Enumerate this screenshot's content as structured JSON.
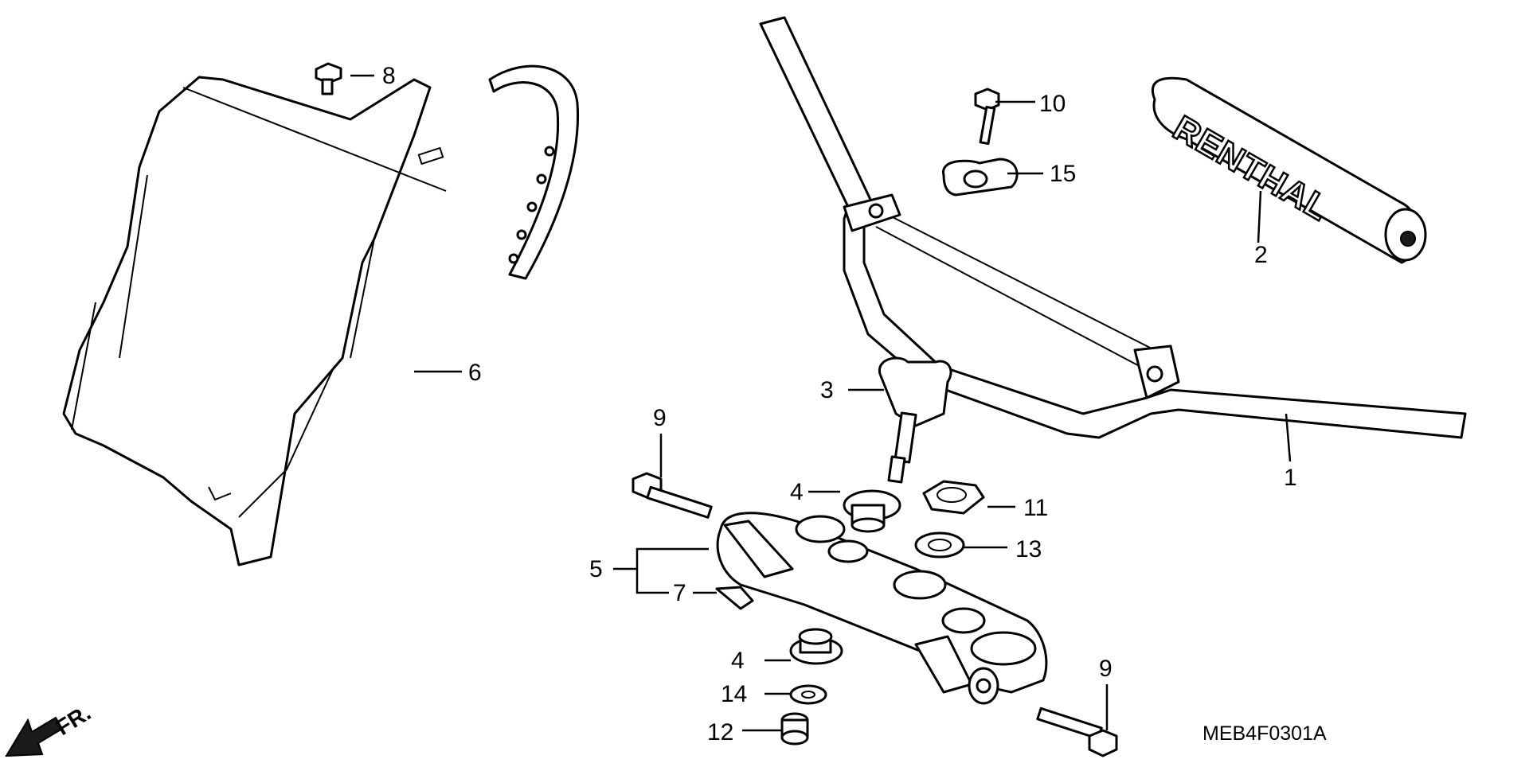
{
  "diagram": {
    "catalog_code": "MEB4F0301A",
    "orientation_label": "FR.",
    "parts": [
      {
        "ref": "1",
        "name": "handlebar"
      },
      {
        "ref": "2",
        "name": "handlebar pad",
        "print": "RENTHAL"
      },
      {
        "ref": "3",
        "name": "upper holder"
      },
      {
        "ref": "4",
        "name": "rubber bushing (upper)"
      },
      {
        "ref": "4",
        "name": "rubber bushing (lower)"
      },
      {
        "ref": "5",
        "name": "top bridge"
      },
      {
        "ref": "6",
        "name": "number plate"
      },
      {
        "ref": "7",
        "name": "clip"
      },
      {
        "ref": "8",
        "name": "bolt"
      },
      {
        "ref": "9",
        "name": "bolt (left)"
      },
      {
        "ref": "9",
        "name": "bolt (right)"
      },
      {
        "ref": "10",
        "name": "bolt"
      },
      {
        "ref": "11",
        "name": "nut"
      },
      {
        "ref": "12",
        "name": "nut"
      },
      {
        "ref": "13",
        "name": "washer"
      },
      {
        "ref": "14",
        "name": "washer"
      },
      {
        "ref": "15",
        "name": "holder"
      }
    ]
  }
}
